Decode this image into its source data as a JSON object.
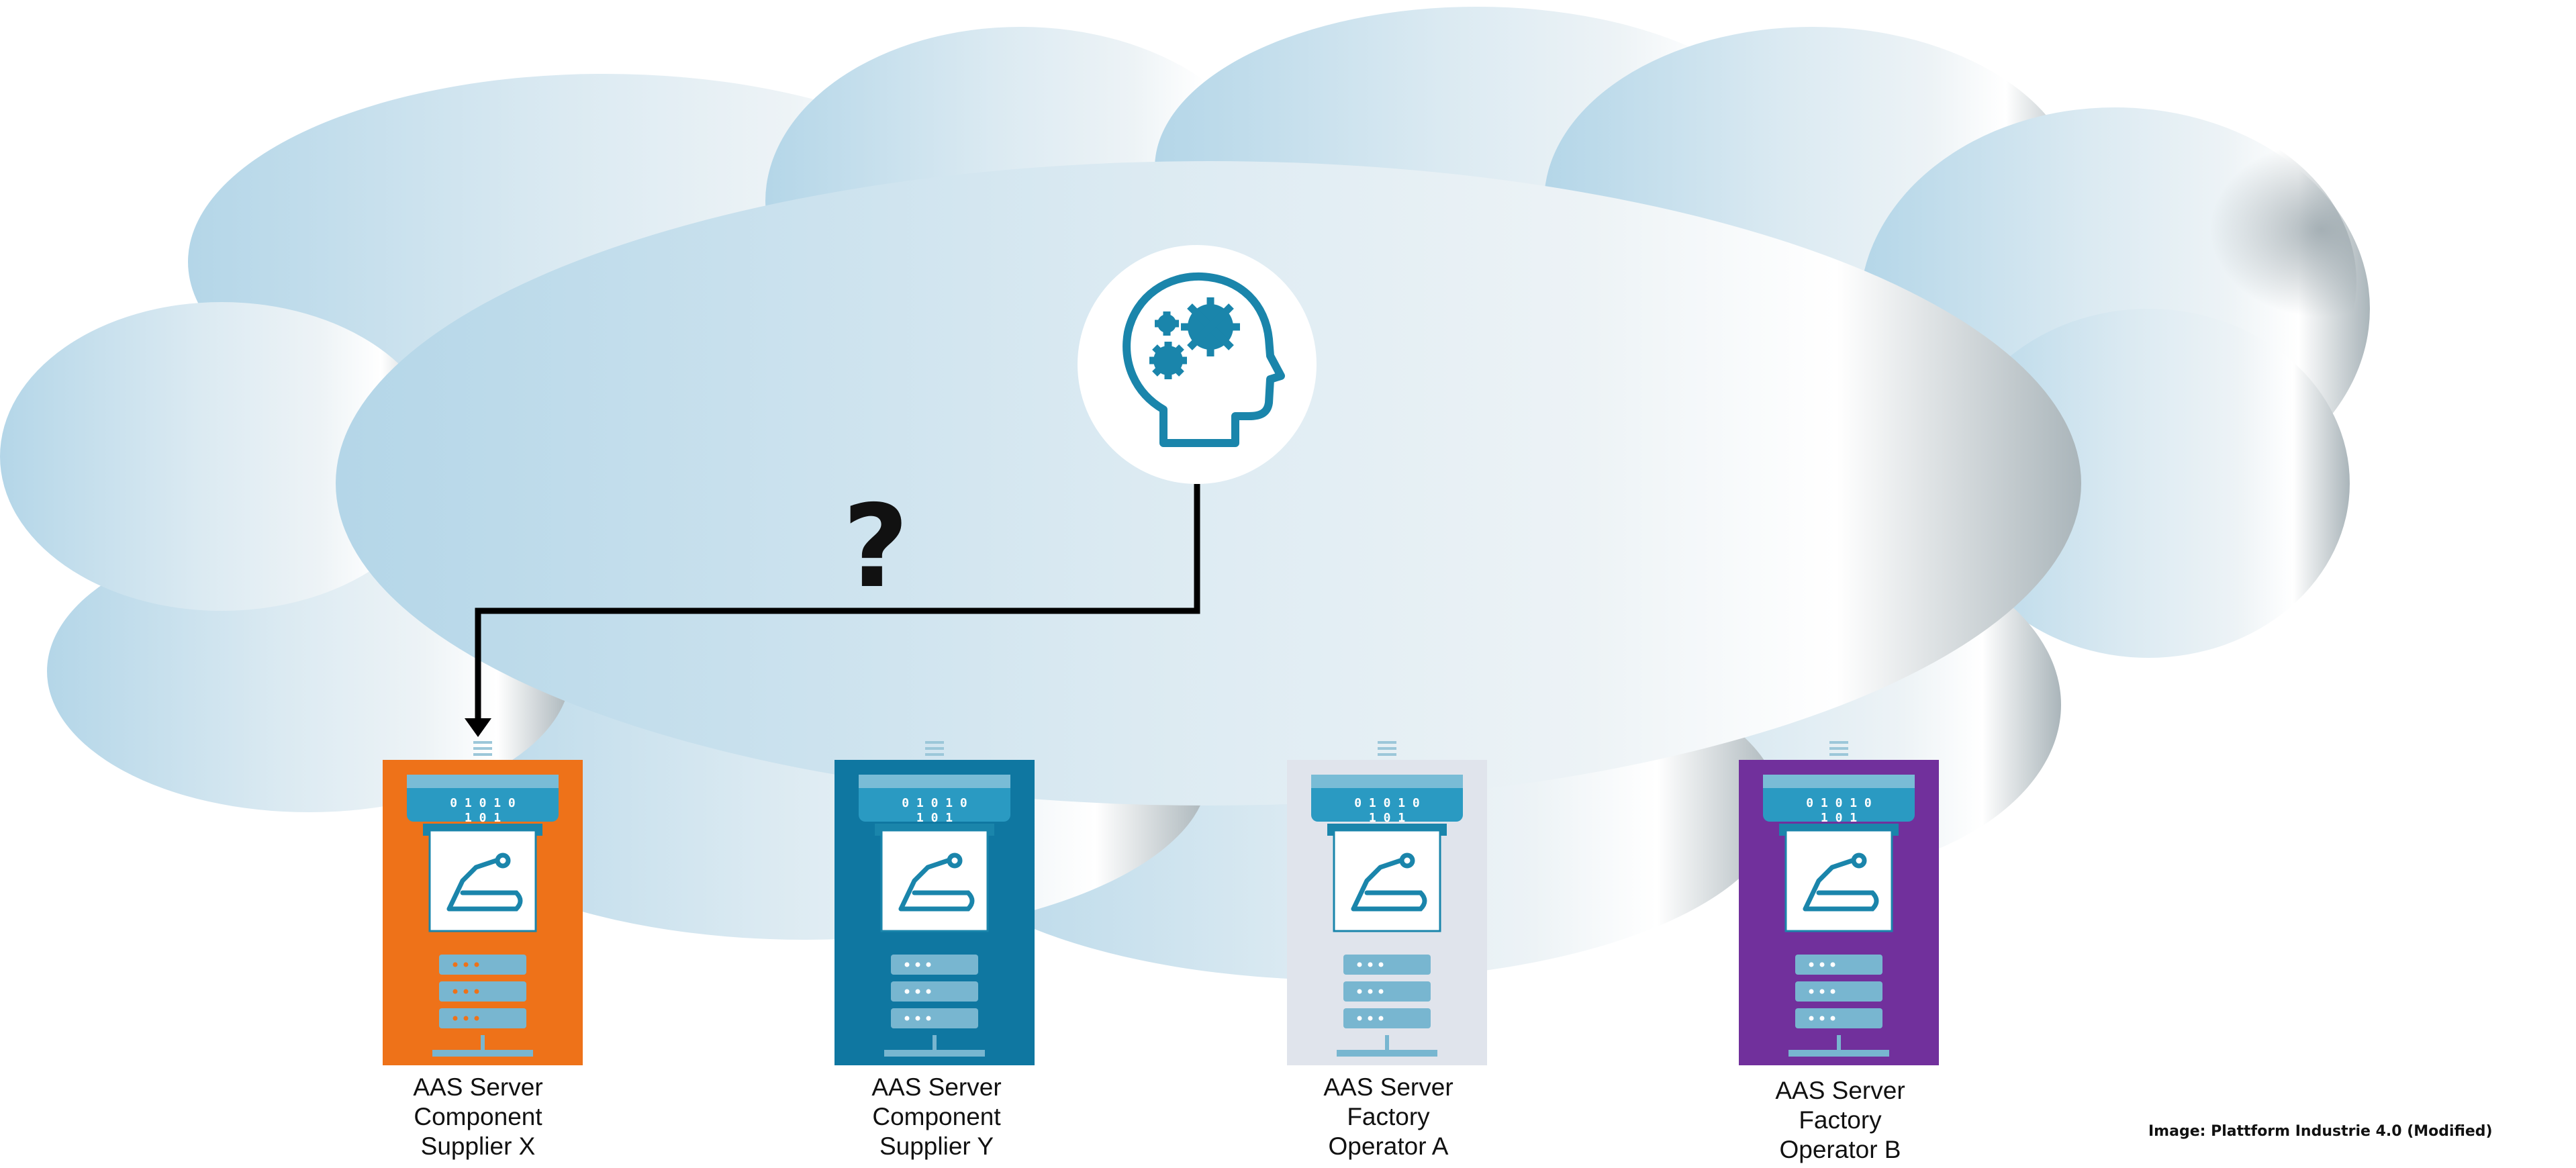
{
  "question_mark": "?",
  "credit": "Image: Plattform Industrie 4.0 (Modified)",
  "colors": {
    "cloud_left": "#b7d8e8",
    "cloud_mid": "#ddebf2",
    "cloud_right": "#a9b3b8",
    "icon_teal": "#1a85ab",
    "connector": "#000000"
  },
  "brain_icon": "head-with-gears-icon",
  "servers": [
    {
      "id": "supplier-x",
      "color": "#ee7219",
      "tray_color": "#ee7219",
      "binary_top": "0 1 0 1 0",
      "binary_bottom": "1 0 1",
      "label_lines": [
        "AAS Server",
        "Component",
        "Supplier X"
      ]
    },
    {
      "id": "supplier-y",
      "color": "#0f77a1",
      "tray_color": "#1a8bb5",
      "binary_top": "0 1 0 1 0",
      "binary_bottom": "1 0 1",
      "label_lines": [
        "AAS Server",
        "Component",
        "Supplier Y"
      ]
    },
    {
      "id": "operator-a",
      "color": "#e0e4ec",
      "tray_color": "#ffffff",
      "binary_top": "0 1 0 1 0",
      "binary_bottom": "1 0 1",
      "label_lines": [
        "AAS Server",
        "Factory",
        "Operator A"
      ]
    },
    {
      "id": "operator-b",
      "color": "#71309c",
      "tray_color": "#8a47b3",
      "binary_top": "0 1 0 1 0",
      "binary_bottom": "1 0 1",
      "label_lines": [
        "AAS Server",
        "Factory",
        "Operator B"
      ]
    }
  ]
}
